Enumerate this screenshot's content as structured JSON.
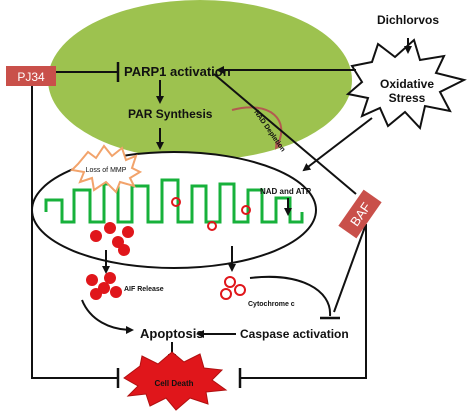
{
  "labels": {
    "dichlorvos": "Dichlorvos",
    "oxidative_stress_line1": "Oxidative",
    "oxidative_stress_line2": "Stress",
    "parp1_activation": "PARP1 activation",
    "par_synthesis": "PAR  Synthesis",
    "nad_depletion": "NAD Depletion",
    "pj34": "PJ34",
    "loss_of_mmp": "Loss of MMP",
    "nad_and_atp": "NAD and ATP",
    "baf": "BAF",
    "aif_release": "AIF Release",
    "cytochrome_c": "Cytochrome c",
    "apoptosis": "Apoptosis",
    "caspase_activation": "Caspase activation",
    "cell_death": "Cell Death"
  },
  "colors": {
    "ellipse_green": "#9dc24f",
    "mito_green": "#17b13b",
    "aif_red": "#e0161b",
    "burst_red": "#e0161b",
    "inhibitor_box": "#c9504a",
    "stroke": "#111111",
    "nad_arrow": "#b35a50",
    "loss_mmp_burst": "#f2a36b"
  }
}
